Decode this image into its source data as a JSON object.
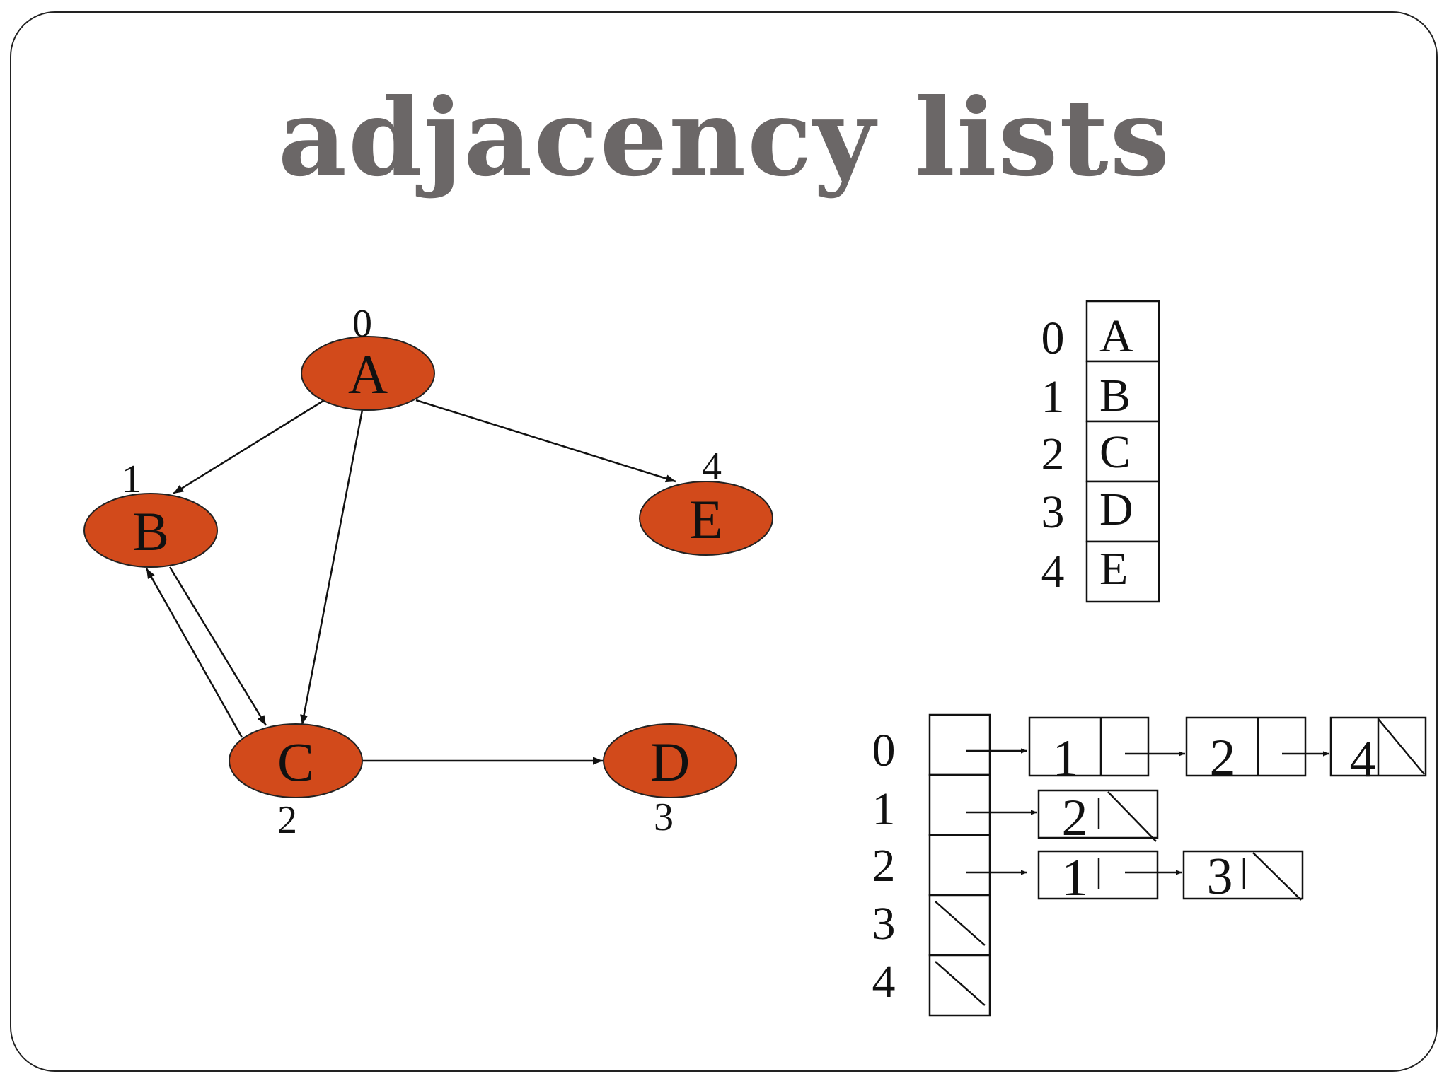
{
  "title": "adjacency lists",
  "graph": {
    "nodes": [
      {
        "label": "A",
        "index": "0"
      },
      {
        "label": "B",
        "index": "1"
      },
      {
        "label": "C",
        "index": "2"
      },
      {
        "label": "D",
        "index": "3"
      },
      {
        "label": "E",
        "index": "4"
      }
    ],
    "edges": [
      {
        "from": "A",
        "to": "B"
      },
      {
        "from": "A",
        "to": "C"
      },
      {
        "from": "A",
        "to": "E"
      },
      {
        "from": "B",
        "to": "C"
      },
      {
        "from": "C",
        "to": "B"
      },
      {
        "from": "C",
        "to": "D"
      }
    ]
  },
  "vertex_table": {
    "indices": [
      "0",
      "1",
      "2",
      "3",
      "4"
    ],
    "labels": [
      "A",
      "B",
      "C",
      "D",
      "E"
    ]
  },
  "adjacency_list": {
    "rows": [
      {
        "index": "0",
        "neighbors": [
          "1",
          "2",
          "4"
        ]
      },
      {
        "index": "1",
        "neighbors": [
          "2"
        ]
      },
      {
        "index": "2",
        "neighbors": [
          "1",
          "3"
        ]
      },
      {
        "index": "3",
        "neighbors": []
      },
      {
        "index": "4",
        "neighbors": []
      }
    ]
  },
  "colors": {
    "node_fill": "#d24a1b",
    "title": "#6b6767"
  }
}
